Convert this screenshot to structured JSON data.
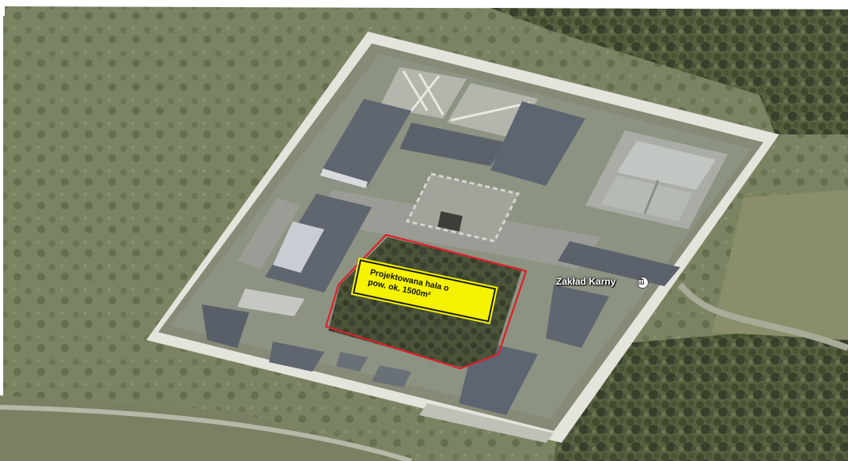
{
  "map": {
    "type": "satellite-aerial",
    "annotation": {
      "line1": "Projektowana hala o",
      "line2": "pow. ok. 1500m²",
      "box_color": "#f5f200",
      "outline_color": "#e01e2a"
    },
    "poi": {
      "label": "Zakład Karny",
      "icon": "government-building-icon"
    }
  }
}
